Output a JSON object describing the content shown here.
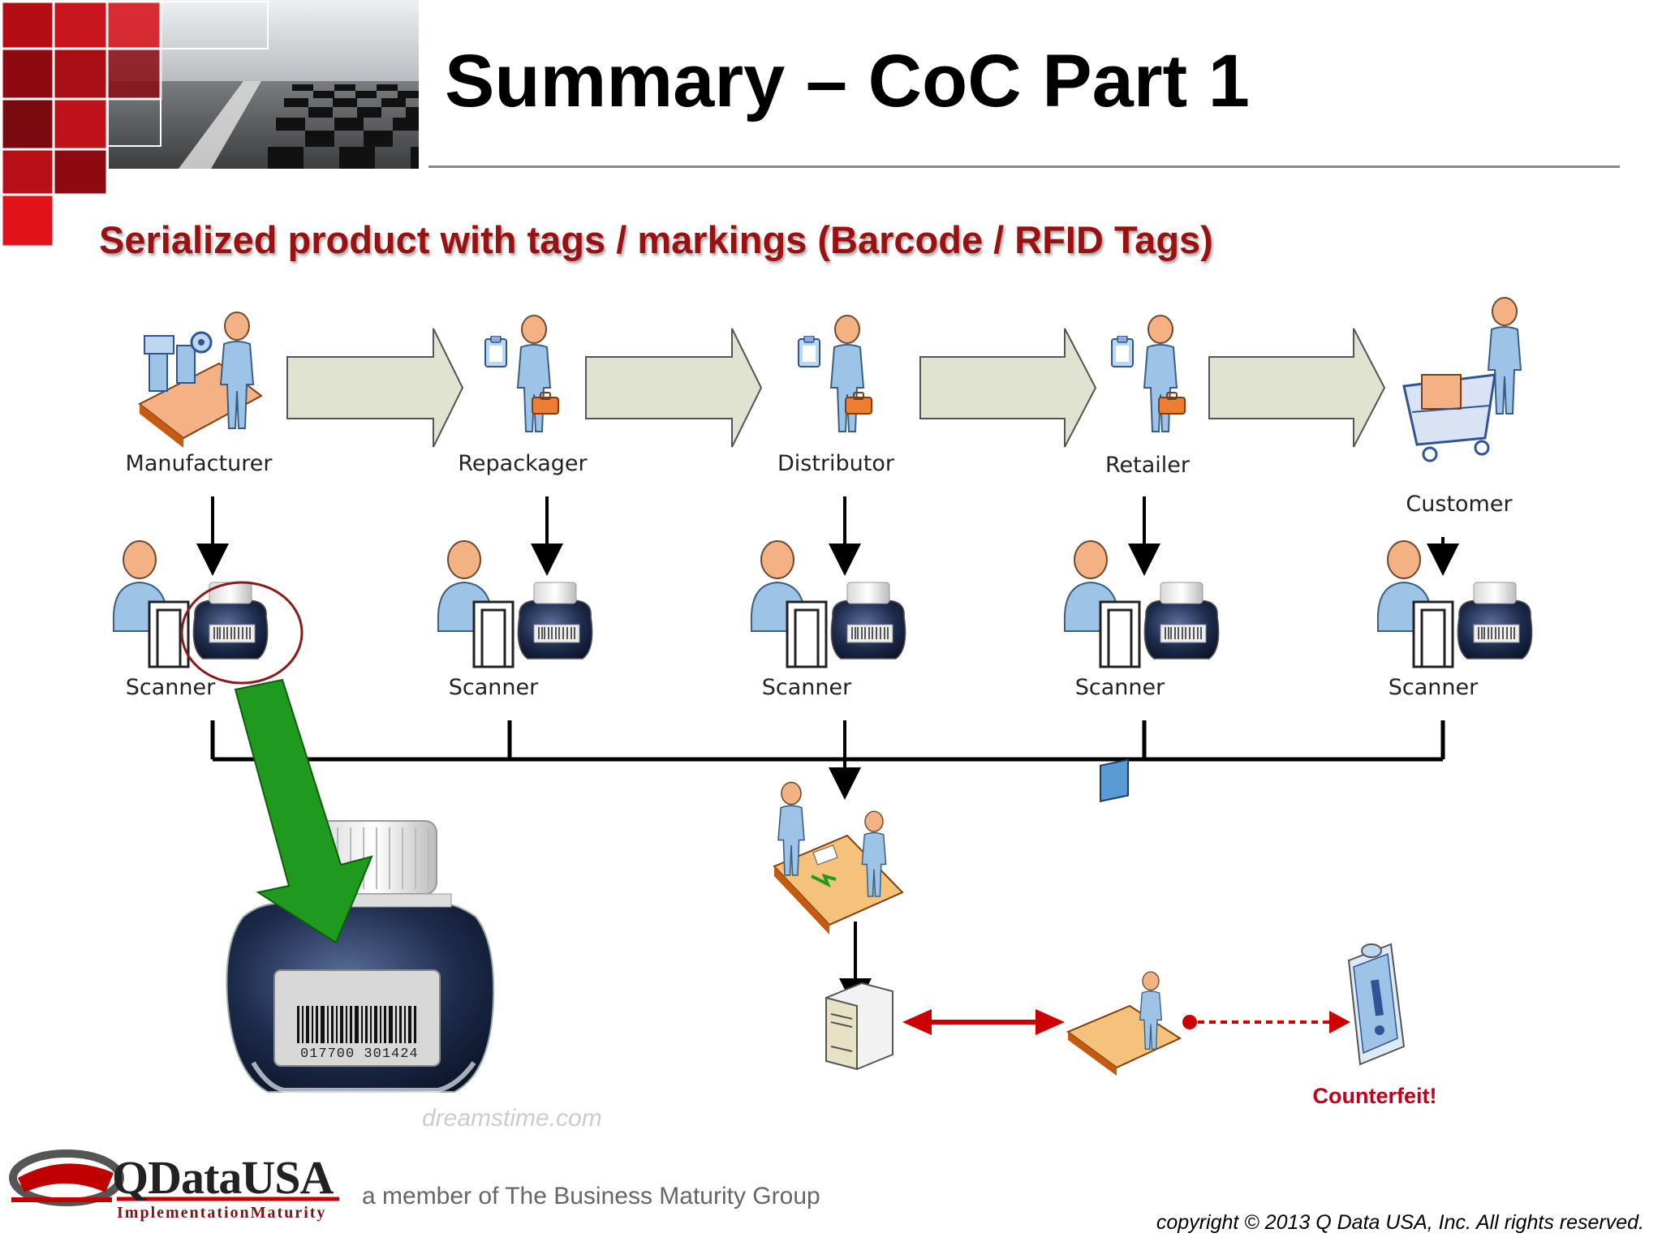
{
  "slide": {
    "title": "Summary – CoC Part 1",
    "subtitle": "Serialized product with tags / markings (Barcode / RFID Tags)"
  },
  "supply_chain": {
    "nodes": [
      {
        "label": "Manufacturer",
        "icon": "manufacturer-icon"
      },
      {
        "label": "Repackager",
        "icon": "person-clipboard-briefcase-icon"
      },
      {
        "label": "Distributor",
        "icon": "person-clipboard-briefcase-icon"
      },
      {
        "label": "Retailer",
        "icon": "person-clipboard-briefcase-icon"
      },
      {
        "label": "Customer",
        "icon": "shopping-cart-person-icon"
      }
    ],
    "scanners": [
      {
        "label": "Scanner"
      },
      {
        "label": "Scanner"
      },
      {
        "label": "Scanner"
      },
      {
        "label": "Scanner"
      },
      {
        "label": "Scanner"
      }
    ]
  },
  "verification": {
    "counterfeit_label": "Counterfeit!",
    "icons": [
      "meeting-desk-icon",
      "server-icon",
      "workstation-person-icon",
      "alert-clipboard-icon"
    ]
  },
  "product_image": {
    "barcode_number": "017700 301424",
    "watermark": "dreamstime.com"
  },
  "footer": {
    "logo_name": "QDataUSA",
    "logo_tagline": "ImplementationMaturity",
    "member_text": "a member of The Business Maturity Group",
    "copyright_text": "copyright © 2013 Q Data USA, Inc. All rights reserved."
  },
  "colors": {
    "brand_red": "#c00000",
    "subtitle_red": "#9b1111",
    "process_arrow_fill": "#dfe3cf",
    "flow_green": "#1f9a1f",
    "link_red": "#cc0000"
  }
}
